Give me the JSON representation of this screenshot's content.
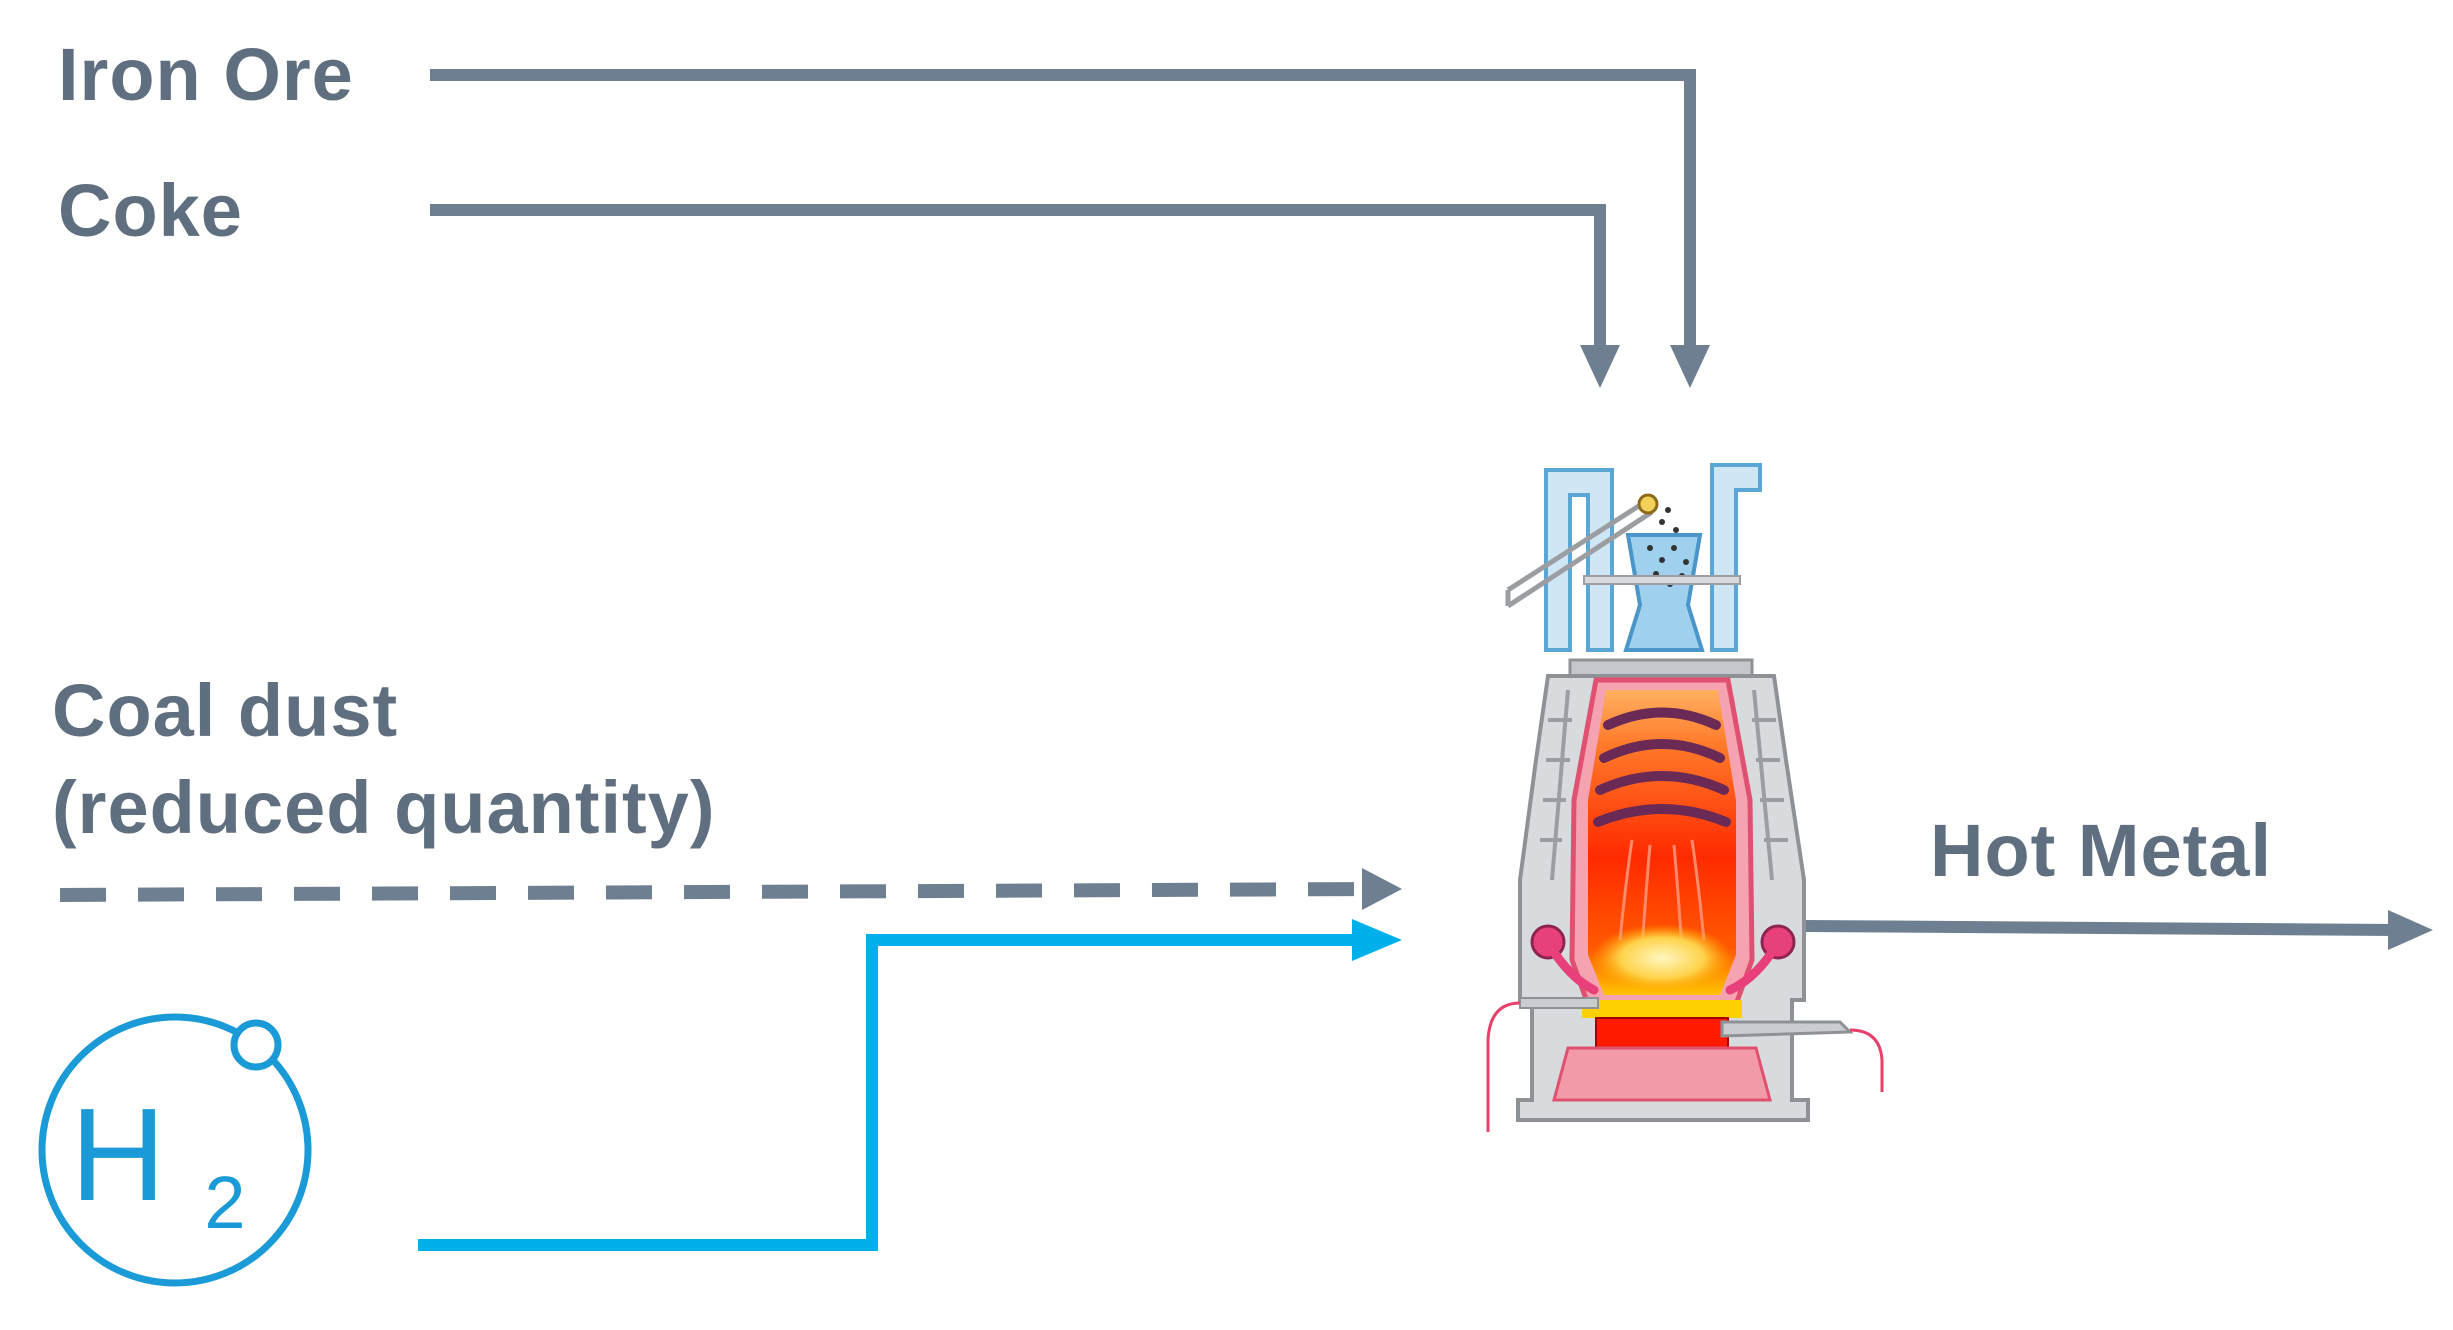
{
  "inputs": {
    "iron_ore": "Iron Ore",
    "coke": "Coke",
    "coal_dust_line1": "Coal dust",
    "coal_dust_line2": "(reduced quantity)"
  },
  "output": {
    "hot_metal": "Hot Metal"
  },
  "hydrogen": {
    "symbol": "H",
    "subscript": "2"
  },
  "colors": {
    "flow_gray": "#6e7f91",
    "hydrogen_blue": "#00b0eb",
    "h2_circle_blue": "#1a9ad6",
    "furnace_steel": "#8fc8e8",
    "furnace_frame": "#b9bcc0",
    "furnace_hot": "#ff2a00",
    "furnace_glow": "#ffb000",
    "furnace_lining": "#e05070"
  },
  "icons": {
    "hydrogen": "hydrogen-molecule-icon",
    "furnace": "blast-furnace-icon"
  }
}
